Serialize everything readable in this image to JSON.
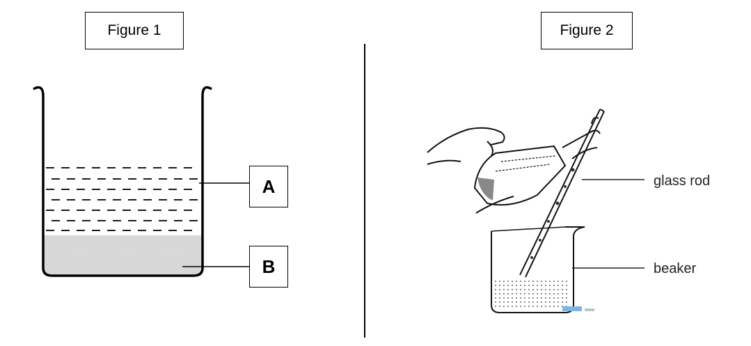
{
  "figure1": {
    "title": "Figure 1",
    "labels": {
      "a": "A",
      "b": "B"
    }
  },
  "figure2": {
    "title": "Figure 2",
    "callouts": {
      "glass_rod": "glass rod",
      "beaker": "beaker"
    }
  },
  "colors": {
    "line": "#000000",
    "sediment": "#d6d6d6",
    "liquid_dash": "#1a1a1a"
  }
}
